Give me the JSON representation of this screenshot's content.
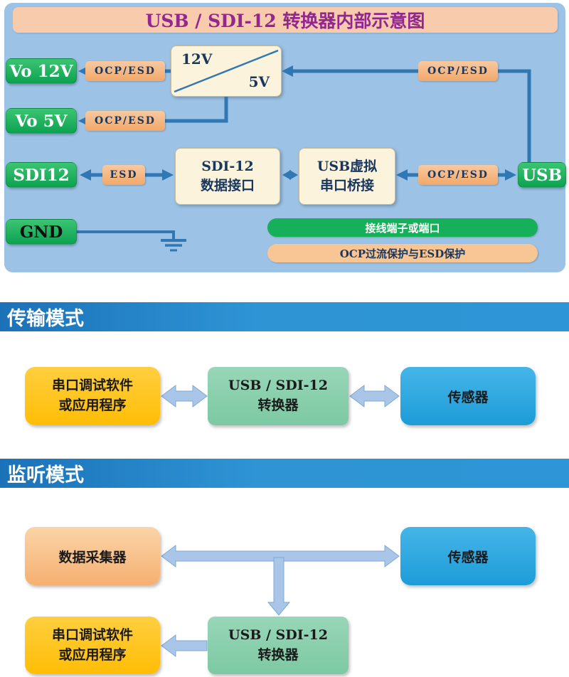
{
  "diagram": {
    "title": "USB / SDI-12 转换器内部示意图",
    "terminals": {
      "vo12v": "Vo 12V",
      "vo5v": "Vo 5V",
      "sdi12": "SDI12",
      "gnd": "GND",
      "usb": "USB"
    },
    "protections": {
      "vo12v": "OCP/ESD",
      "vo5v": "OCP/ESD",
      "sdi12": "ESD",
      "usb_power": "OCP/ESD",
      "usb_data": "OCP/ESD"
    },
    "converter": {
      "input": "12V",
      "output": "5V"
    },
    "sdi12_block": {
      "line1": "SDI-12",
      "line2": "数据接口"
    },
    "usb_bridge_block": {
      "line1": "USB虚拟",
      "line2": "串口桥接"
    },
    "legend": {
      "terminal": "接线端子或端口",
      "protection": "OCP过流保护与ESD保护"
    }
  },
  "transmission": {
    "header": "传输模式",
    "software": {
      "line1": "串口调试软件",
      "line2": "或应用程序"
    },
    "converter": {
      "line1": "USB / SDI-12",
      "line2": "转换器"
    },
    "sensor": "传感器"
  },
  "monitoring": {
    "header": "监听模式",
    "collector": "数据采集器",
    "sensor": "传感器",
    "converter": {
      "line1": "USB / SDI-12",
      "line2": "转换器"
    },
    "software": {
      "line1": "串口调试软件",
      "line2": "或应用程序"
    }
  },
  "colors": {
    "panel_bg": "#9CC2E5",
    "title_bg": "#F7CBAC",
    "title_text": "#92278F",
    "terminal_green": "#12A95B",
    "protection_orange": "#F5AF73",
    "block_cream": "#FCF3DC",
    "connector_blue": "#3077B4",
    "flow_arrow_blue": "#A9C6E8",
    "mode_header_blue": "#2289CB",
    "software_yellow": "#FFC212",
    "converter_green": "#8CCFAC",
    "sensor_blue": "#29A6DF",
    "collector_orange": "#F8C291"
  }
}
